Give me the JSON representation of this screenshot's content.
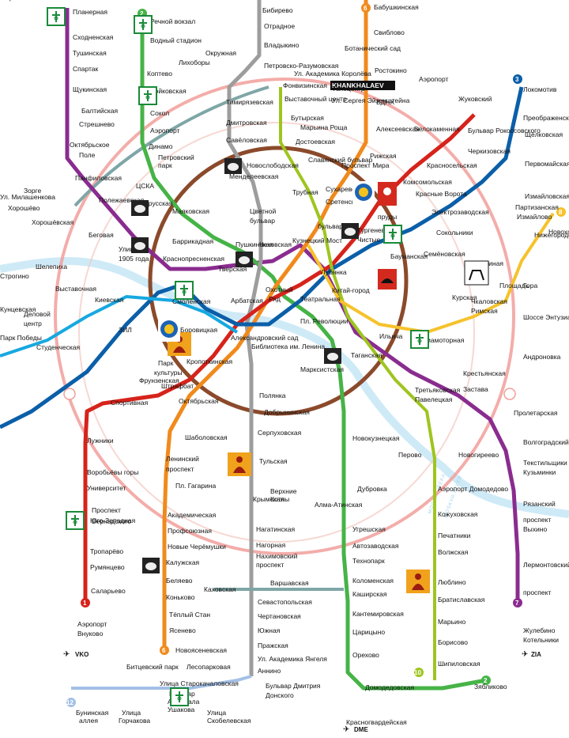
{
  "colors": {
    "line1": "#d6231b",
    "line2": "#46b347",
    "line3": "#0b5fa8",
    "line4": "#17a8e0",
    "line5": "#8b4a2b",
    "line6": "#f08a1c",
    "line7": "#8a2c8f",
    "line8": "#f6c22b",
    "line9": "#9d9d9d",
    "line10": "#9ec51f",
    "line11": "#7fa6a6",
    "line12": "#a3c0e6",
    "mcc": "#f19f9b",
    "pharmacy": "#1a8a3a"
  },
  "icons": [
    "pharmacy-icon",
    "coin-icon",
    "buddha-icon",
    "emblem-icon",
    "horse-icon",
    "bear-icon",
    "elk-icon",
    "airplane-icon",
    "train-icon",
    "label-sign-icon"
  ],
  "airports": [
    "VKO",
    "DME",
    "ZIA"
  ],
  "river": [
    "МОСКВА-РЕКА",
    "MOSKVA RIVER"
  ],
  "labels": [
    {
      "t": "Планерная"
    },
    {
      "t": "Сходненская"
    },
    {
      "t": "Тушинская"
    },
    {
      "t": "Спартак"
    },
    {
      "t": "Щукинская"
    },
    {
      "t": "Балтийская"
    },
    {
      "t": "Стрешнево"
    },
    {
      "t": "Октябрьское"
    },
    {
      "t": "Поле"
    },
    {
      "t": "Панфиловская"
    },
    {
      "t": "Зорге"
    },
    {
      "t": "Хорошёво"
    },
    {
      "t": "Хорошёвская"
    },
    {
      "t": "Полежаевская"
    },
    {
      "t": "Беговая"
    },
    {
      "t": "Улица"
    },
    {
      "t": "1905 года"
    },
    {
      "t": "Шелепиха"
    },
    {
      "t": "Выставочная"
    },
    {
      "t": "Деловой"
    },
    {
      "t": "центр"
    },
    {
      "t": "Киевская"
    },
    {
      "t": "Студенческая"
    },
    {
      "t": "Речной вокзал"
    },
    {
      "t": "Водный стадион"
    },
    {
      "t": "Лихоборы"
    },
    {
      "t": "Коптево"
    },
    {
      "t": "Войковская"
    },
    {
      "t": "Сокол"
    },
    {
      "t": "Аэропорт"
    },
    {
      "t": "Динамо"
    },
    {
      "t": "Петровский"
    },
    {
      "t": "парк"
    },
    {
      "t": "ЦСКА"
    },
    {
      "t": "Белорусская"
    },
    {
      "t": "Маяковская"
    },
    {
      "t": "Баррикадная"
    },
    {
      "t": "Краснопресненская"
    },
    {
      "t": "Тверская"
    },
    {
      "t": "Пушкинская"
    },
    {
      "t": "Смоленская"
    },
    {
      "t": "Арбатская"
    },
    {
      "t": "Боровицкая"
    },
    {
      "t": "Александровский сад"
    },
    {
      "t": "Библиотека им. Ленина"
    },
    {
      "t": "Кропоткинская"
    },
    {
      "t": "Парк"
    },
    {
      "t": "культуры"
    },
    {
      "t": "Фрунзенская"
    },
    {
      "t": "Спортивная"
    },
    {
      "t": "Лужники"
    },
    {
      "t": "Воробьёвы горы"
    },
    {
      "t": "Университет"
    },
    {
      "t": "Проспект"
    },
    {
      "t": "Вернадского"
    },
    {
      "t": "Юго-Западная"
    },
    {
      "t": "Тропарёво"
    },
    {
      "t": "Румянцево"
    },
    {
      "t": "Саларьево"
    },
    {
      "t": "Аэропорт"
    },
    {
      "t": "Внуково"
    },
    {
      "t": "Октябрьская"
    },
    {
      "t": "Шаболовская"
    },
    {
      "t": "Ленинский"
    },
    {
      "t": "проспект"
    },
    {
      "t": "Пл. Гагарина"
    },
    {
      "t": "Академическая"
    },
    {
      "t": "Профсоюзная"
    },
    {
      "t": "Новые Черёмушки"
    },
    {
      "t": "Калужская"
    },
    {
      "t": "Беляево"
    },
    {
      "t": "Коньково"
    },
    {
      "t": "Тёплый Стан"
    },
    {
      "t": "Ясенево"
    },
    {
      "t": "Новоясеневская"
    },
    {
      "t": "Битцевский парк"
    },
    {
      "t": "Лесопарковая"
    },
    {
      "t": "Улица Старокачаловская"
    },
    {
      "t": "Бунинская"
    },
    {
      "t": "аллея"
    },
    {
      "t": "Улица"
    },
    {
      "t": "Горчакова"
    },
    {
      "t": "Бульвар"
    },
    {
      "t": "Адмирала"
    },
    {
      "t": "Ушакова"
    },
    {
      "t": "Улица"
    },
    {
      "t": "Скобелевская"
    },
    {
      "t": "Бибирево"
    },
    {
      "t": "Отрадное"
    },
    {
      "t": "Владыкино"
    },
    {
      "t": "Окружная"
    },
    {
      "t": "Петровско-Разумовская"
    },
    {
      "t": "Фонвизинская"
    },
    {
      "t": "Тимирязевская"
    },
    {
      "t": "Бутырская"
    },
    {
      "t": "Дмитровская"
    },
    {
      "t": "Марьина Роща"
    },
    {
      "t": "Савёловская"
    },
    {
      "t": "Достоевская"
    },
    {
      "t": "Новослободская"
    },
    {
      "t": "Менделеевская"
    },
    {
      "t": "Цветной"
    },
    {
      "t": "бульвар"
    },
    {
      "t": "Трубная"
    },
    {
      "t": "Чеховская"
    },
    {
      "t": "Кузнецкий Мост"
    },
    {
      "t": "Лубянка"
    },
    {
      "t": "Охотный"
    },
    {
      "t": "Ряд"
    },
    {
      "t": "Театральная"
    },
    {
      "t": "Пл. Революции"
    },
    {
      "t": "Китай-город"
    },
    {
      "t": "Полянка"
    },
    {
      "t": "Добрынинская"
    },
    {
      "t": "Серпуховская"
    },
    {
      "t": "Тульская"
    },
    {
      "t": "Крымская"
    },
    {
      "t": "Верхние"
    },
    {
      "t": "Котлы"
    },
    {
      "t": "Нагатинская"
    },
    {
      "t": "Нагорная"
    },
    {
      "t": "Нахимовский"
    },
    {
      "t": "проспект"
    },
    {
      "t": "Варшавская"
    },
    {
      "t": "Каховская"
    },
    {
      "t": "Севастопольская"
    },
    {
      "t": "Чертановская"
    },
    {
      "t": "Южная"
    },
    {
      "t": "Пражская"
    },
    {
      "t": "Ул. Академика Янгеля"
    },
    {
      "t": "Аннино"
    },
    {
      "t": "Бульвар Дмитрия"
    },
    {
      "t": "Донского"
    },
    {
      "t": "Бабушкинская"
    },
    {
      "t": "Свиблово"
    },
    {
      "t": "Ботанический сад"
    },
    {
      "t": "Ростокино"
    },
    {
      "t": "ВДНХ"
    },
    {
      "t": "Алексеевская"
    },
    {
      "t": "Рижская"
    },
    {
      "t": "Проспект Мира"
    },
    {
      "t": "Сухаревская"
    },
    {
      "t": "Сретенский"
    },
    {
      "t": "бульвар"
    },
    {
      "t": "Тургеневская"
    },
    {
      "t": "Чистые"
    },
    {
      "t": "пруды"
    },
    {
      "t": "Красные Ворота"
    },
    {
      "t": "Комсомольская"
    },
    {
      "t": "Красносельская"
    },
    {
      "t": "Сокольники"
    },
    {
      "t": "Электрозаводская"
    },
    {
      "t": "Семёновская"
    },
    {
      "t": "Бауманская"
    },
    {
      "t": "Курская"
    },
    {
      "t": "Чкаловская"
    },
    {
      "t": "Римская"
    },
    {
      "t": "Площадь"
    },
    {
      "t": "Ильича"
    },
    {
      "t": "Авиамоторная"
    },
    {
      "t": "Таганская"
    },
    {
      "t": "Марксистская"
    },
    {
      "t": "Новокузнецкая"
    },
    {
      "t": "Третьяковская"
    },
    {
      "t": "Павелецкая"
    },
    {
      "t": "Крестьянская"
    },
    {
      "t": "Застава"
    },
    {
      "t": "Пролетарская"
    },
    {
      "t": "Волгоградский проспект"
    },
    {
      "t": "Текстильщики"
    },
    {
      "t": "Кузьминки"
    },
    {
      "t": "Рязанский"
    },
    {
      "t": "проспект"
    },
    {
      "t": "Выхино"
    },
    {
      "t": "Лермонтовский"
    },
    {
      "t": "проспект"
    },
    {
      "t": "Жулебино"
    },
    {
      "t": "Котельники"
    },
    {
      "t": "Аэропорт"
    },
    {
      "t": "Жуковский"
    },
    {
      "t": "Белокаменная"
    },
    {
      "t": "Бульвар Рокоссовского"
    },
    {
      "t": "Черкизовская"
    },
    {
      "t": "Локомотив"
    },
    {
      "t": "Преображенская пл."
    },
    {
      "t": "Щёлковская"
    },
    {
      "t": "Первомайская"
    },
    {
      "t": "Измайловская"
    },
    {
      "t": "Партизанская"
    },
    {
      "t": "Измайлово"
    },
    {
      "t": "Соколиная"
    },
    {
      "t": "Гора"
    },
    {
      "t": "Шоссе Энтузиастов"
    },
    {
      "t": "Андроновка"
    },
    {
      "t": "Нижегородская"
    },
    {
      "t": "Новохохловская"
    },
    {
      "t": "Перово"
    },
    {
      "t": "Новогиреево"
    },
    {
      "t": "Дубровка"
    },
    {
      "t": "Угрешская"
    },
    {
      "t": "Автозаводская"
    },
    {
      "t": "Технопарк"
    },
    {
      "t": "Коломенская"
    },
    {
      "t": "Каширская"
    },
    {
      "t": "Кантемировская"
    },
    {
      "t": "Царицыно"
    },
    {
      "t": "Орехово"
    },
    {
      "t": "Домодедовская"
    },
    {
      "t": "Красногвардейская"
    },
    {
      "t": "Аэропорт Домодедово"
    },
    {
      "t": "Кожуховская"
    },
    {
      "t": "Печатники"
    },
    {
      "t": "Волжская"
    },
    {
      "t": "Люблино"
    },
    {
      "t": "Братиславская"
    },
    {
      "t": "Марьино"
    },
    {
      "t": "Борисово"
    },
    {
      "t": "Шипиловская"
    },
    {
      "t": "Зябликово"
    },
    {
      "t": "Алма-Атинская"
    },
    {
      "t": "ЗИЛ"
    },
    {
      "t": "Штрафбат"
    },
    {
      "t": "KHANKHALAEV"
    },
    {
      "t": "Выставочный центр"
    },
    {
      "t": "Телецентр"
    },
    {
      "t": "Ул. Сергея Эйзенштейна"
    },
    {
      "t": "Ул. Академика Королёва"
    },
    {
      "t": "Ул. Милашенкова"
    },
    {
      "t": "Строгино"
    },
    {
      "t": "Кунцевская"
    },
    {
      "t": "Парк Победы"
    },
    {
      "t": "Славянский бульвар"
    },
    {
      "t": "Марьина"
    }
  ]
}
